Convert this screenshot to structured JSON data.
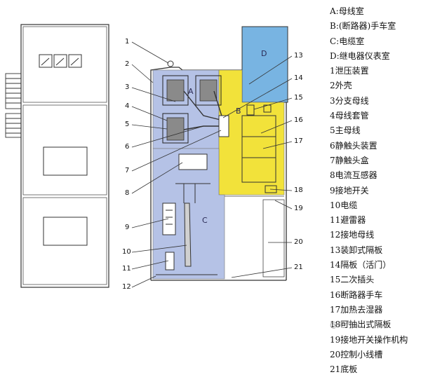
{
  "legend": [
    "A:母线室",
    "B:(断路器)手车室",
    "C:电缆室",
    "D:继电器仪表室",
    "1泄压装置",
    "2外壳",
    "3分支母线",
    "4母线套管",
    "5主母线",
    "6静触头装置",
    "7静触头盒",
    "8电流互感器",
    "9接地开关",
    "10电缆",
    "11避雷器",
    "12接地母线",
    "13装卸式隔板",
    "14隔板（活门）",
    "15二次插头",
    "16断路器手车",
    "17加热去湿器",
    "18可抽出式隔板",
    "19接地开关操作机构",
    "20控制小线槽",
    "21底板"
  ],
  "zones": {
    "a": "A",
    "b": "B",
    "c": "C",
    "d": "D"
  },
  "callouts": [
    "1",
    "2",
    "3",
    "4",
    "5",
    "6",
    "7",
    "8",
    "9",
    "10",
    "11",
    "12",
    "13",
    "14",
    "15",
    "16",
    "17",
    "18",
    "19",
    "20",
    "21"
  ],
  "watermark": "@电气",
  "colors": {
    "zone_a": "#b5c2e6",
    "zone_b": "#f2e23a",
    "zone_c": "#b5c2e6",
    "zone_d": "#78b4e2",
    "outline": "#333333"
  }
}
